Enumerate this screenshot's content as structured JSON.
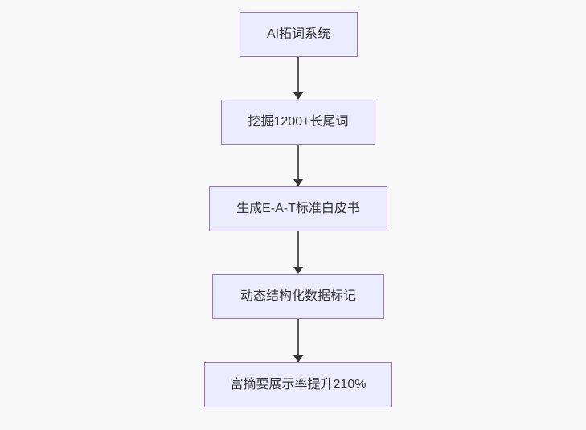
{
  "diagram": {
    "type": "flowchart-top-down",
    "colors": {
      "canvas_background": "#f9f9f9",
      "node_fill": "#ececff",
      "node_border": "#9370db",
      "node_text": "#333333",
      "edge_line": "#585858",
      "arrowhead": "#333333"
    },
    "nodes": [
      {
        "id": "n1",
        "label": "AI拓词系统"
      },
      {
        "id": "n2",
        "label": "挖掘1200+长尾词"
      },
      {
        "id": "n3",
        "label": "生成E-A-T标准白皮书"
      },
      {
        "id": "n4",
        "label": "动态结构化数据标记"
      },
      {
        "id": "n5",
        "label": "富摘要展示率提升210%"
      }
    ],
    "edges": [
      {
        "from": "n1",
        "to": "n2",
        "arrow": "down"
      },
      {
        "from": "n2",
        "to": "n3",
        "arrow": "down"
      },
      {
        "from": "n3",
        "to": "n4",
        "arrow": "down"
      },
      {
        "from": "n4",
        "to": "n5",
        "arrow": "down"
      }
    ]
  }
}
